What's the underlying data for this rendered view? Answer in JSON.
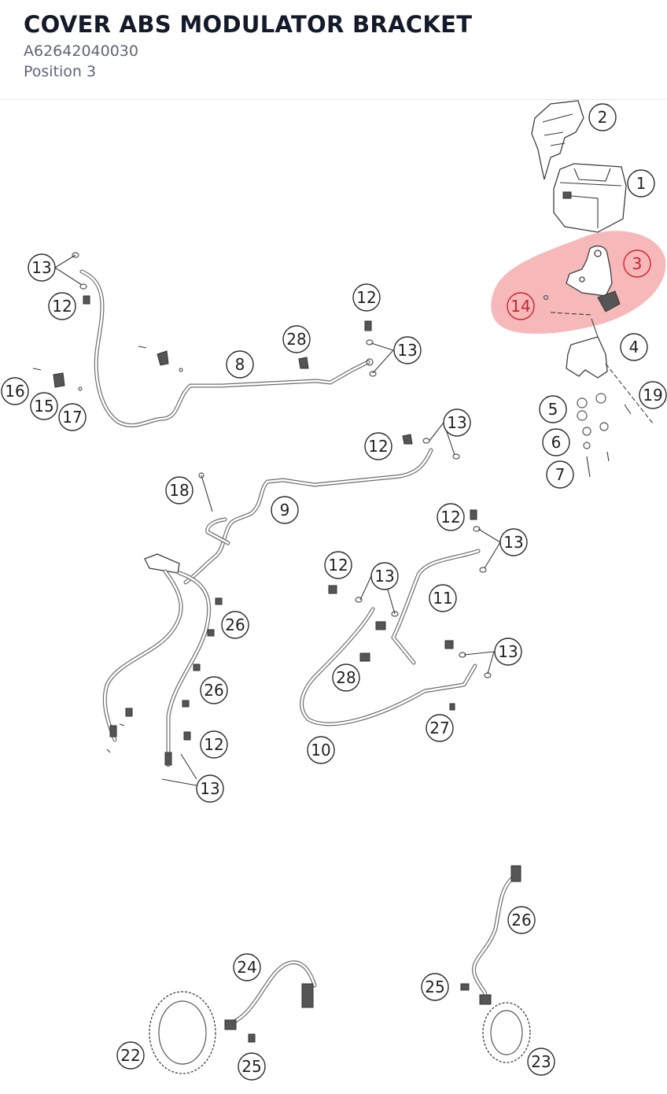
{
  "header": {
    "title": "COVER ABS MODULATOR BRACKET",
    "part_number": "A62642040030",
    "position": "Position 3"
  },
  "diagram": {
    "highlight_color": "#f08c8c",
    "callouts": [
      "1",
      "2",
      "3",
      "4",
      "5",
      "6",
      "7",
      "8",
      "9",
      "10",
      "11",
      "12",
      "13",
      "14",
      "15",
      "16",
      "17",
      "18",
      "19",
      "22",
      "23",
      "24",
      "25",
      "26",
      "27",
      "28"
    ],
    "highlighted_callouts": [
      "3",
      "14"
    ]
  }
}
